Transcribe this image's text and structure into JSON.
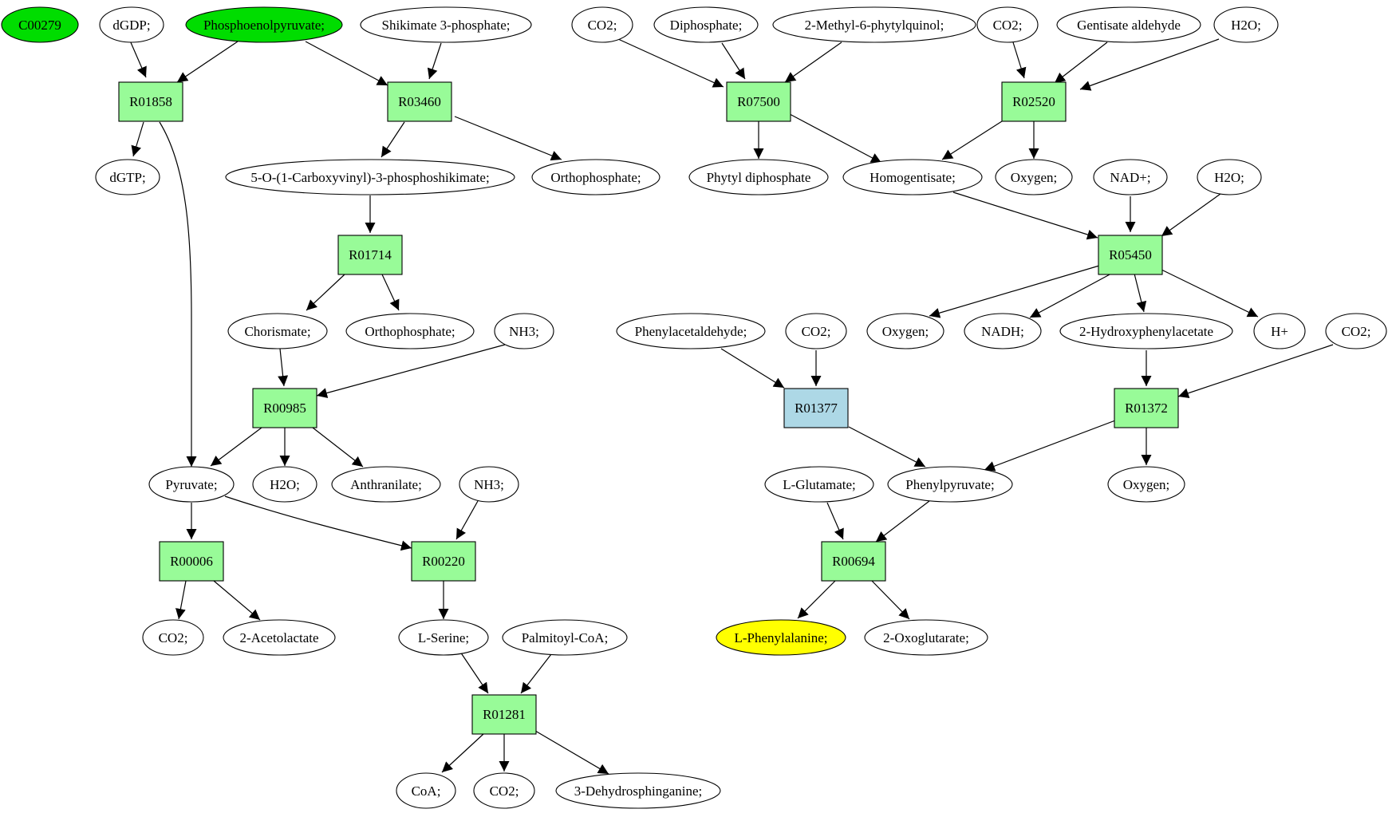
{
  "colors": {
    "start": "#00dd00",
    "target": "#ffff00",
    "reaction": "#98fb98",
    "reaction_highlight": "#add8e6",
    "compound": "#ffffff"
  },
  "compounds": {
    "c00279": "C00279",
    "dgdp": "dGDP;",
    "pep": "Phosphoenolpyruvate;",
    "shikimate3p": "Shikimate 3-phosphate;",
    "co2_a": "CO2;",
    "diphosphate": "Diphosphate;",
    "methylphytylquinol": "2-Methyl-6-phytylquinol;",
    "co2_b": "CO2;",
    "gentisate_aldehyde": "Gentisate aldehyde",
    "h2o_a": "H2O;",
    "dgtp": "dGTP;",
    "carboxyvinyl": "5-O-(1-Carboxyvinyl)-3-phosphoshikimate;",
    "orthophosphate_a": "Orthophosphate;",
    "phytyl_diphosphate": "Phytyl diphosphate",
    "homogentisate": "Homogentisate;",
    "oxygen_a": "Oxygen;",
    "nad": "NAD+;",
    "h2o_b": "H2O;",
    "chorismate": "Chorismate;",
    "orthophosphate_b": "Orthophosphate;",
    "nh3_a": "NH3;",
    "phenylacetaldehyde": "Phenylacetaldehyde;",
    "co2_c": "CO2;",
    "oxygen_b": "Oxygen;",
    "nadh": "NADH;",
    "hydroxyphenylacetate": "2-Hydroxyphenylacetate",
    "hplus": "H+",
    "co2_d": "CO2;",
    "pyruvate": "Pyruvate;",
    "h2o_c": "H2O;",
    "anthranilate": "Anthranilate;",
    "nh3_b": "NH3;",
    "lglutamate": "L-Glutamate;",
    "phenylpyruvate": "Phenylpyruvate;",
    "oxygen_c": "Oxygen;",
    "co2_e": "CO2;",
    "acetolactate": "2-Acetolactate",
    "lserine": "L-Serine;",
    "palmitoylcoa": "Palmitoyl-CoA;",
    "lphenylalanine": "L-Phenylalanine;",
    "oxoglutarate": "2-Oxoglutarate;",
    "coa": "CoA;",
    "co2_f": "CO2;",
    "dehydrosphinganine": "3-Dehydrosphinganine;"
  },
  "reactions": {
    "r01858": "R01858",
    "r03460": "R03460",
    "r07500": "R07500",
    "r02520": "R02520",
    "r01714": "R01714",
    "r05450": "R05450",
    "r00985": "R00985",
    "r01377": "R01377",
    "r01372": "R01372",
    "r00006": "R00006",
    "r00220": "R00220",
    "r00694": "R00694",
    "r01281": "R01281"
  }
}
